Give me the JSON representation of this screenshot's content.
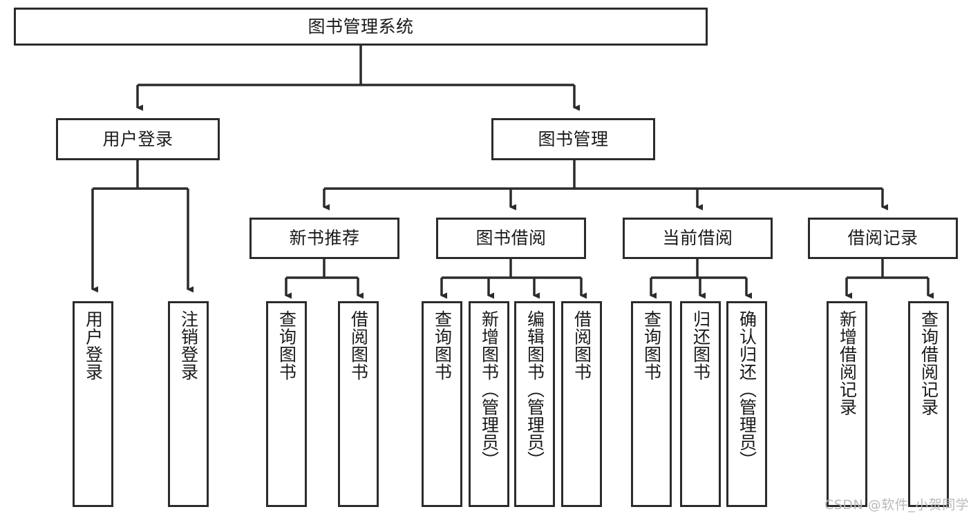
{
  "diagram": {
    "type": "tree-hierarchy-diagram",
    "title": "图书管理系统",
    "watermark": "CSDN @软件_小贺同学",
    "colors": {
      "box_border": "#2b2b2b",
      "box_fill": "#ffffff",
      "connector": "#2b2b2b",
      "text": "#1a1a1a",
      "watermark": "#b9b9b9",
      "background": "#ffffff"
    },
    "levels": [
      {
        "level": 1,
        "nodes": [
          {
            "id": "root",
            "label": "图书管理系统",
            "orientation": "horizontal"
          }
        ]
      },
      {
        "level": 2,
        "nodes": [
          {
            "id": "user-login",
            "label": "用户登录",
            "orientation": "horizontal",
            "parent": "root"
          },
          {
            "id": "book-manage",
            "label": "图书管理",
            "orientation": "horizontal",
            "parent": "root"
          }
        ]
      },
      {
        "level": 3,
        "nodes": [
          {
            "id": "new-book-recommend",
            "label": "新书推荐",
            "orientation": "horizontal",
            "parent": "book-manage"
          },
          {
            "id": "book-borrow",
            "label": "图书借阅",
            "orientation": "horizontal",
            "parent": "book-manage"
          },
          {
            "id": "current-borrow",
            "label": "当前借阅",
            "orientation": "horizontal",
            "parent": "book-manage"
          },
          {
            "id": "borrow-record",
            "label": "借阅记录",
            "orientation": "horizontal",
            "parent": "book-manage"
          }
        ]
      },
      {
        "level": 4,
        "nodes": [
          {
            "id": "leaf-user-login",
            "label": "用户登录",
            "orientation": "vertical",
            "parent": "user-login"
          },
          {
            "id": "leaf-logout",
            "label": "注销登录",
            "orientation": "vertical",
            "parent": "user-login"
          },
          {
            "id": "leaf-query-book-1",
            "label": "查询图书",
            "orientation": "vertical",
            "parent": "new-book-recommend"
          },
          {
            "id": "leaf-borrow-book-1",
            "label": "借阅图书",
            "orientation": "vertical",
            "parent": "new-book-recommend"
          },
          {
            "id": "leaf-query-book-2",
            "label": "查询图书",
            "orientation": "vertical",
            "parent": "book-borrow"
          },
          {
            "id": "leaf-add-book",
            "label": "新增图书（管理员）",
            "orientation": "vertical",
            "parent": "book-borrow"
          },
          {
            "id": "leaf-edit-book",
            "label": "编辑图书（管理员）",
            "orientation": "vertical",
            "parent": "book-borrow"
          },
          {
            "id": "leaf-borrow-book-2",
            "label": "借阅图书",
            "orientation": "vertical",
            "parent": "book-borrow"
          },
          {
            "id": "leaf-query-book-3",
            "label": "查询图书",
            "orientation": "vertical",
            "parent": "current-borrow"
          },
          {
            "id": "leaf-return-book",
            "label": "归还图书",
            "orientation": "vertical",
            "parent": "current-borrow"
          },
          {
            "id": "leaf-confirm-return",
            "label": "确认归还（管理员）",
            "orientation": "vertical",
            "parent": "current-borrow"
          },
          {
            "id": "leaf-add-record",
            "label": "新增借阅记录",
            "orientation": "vertical",
            "parent": "borrow-record"
          },
          {
            "id": "leaf-query-record",
            "label": "查询借阅记录",
            "orientation": "vertical",
            "parent": "borrow-record"
          }
        ]
      }
    ]
  }
}
